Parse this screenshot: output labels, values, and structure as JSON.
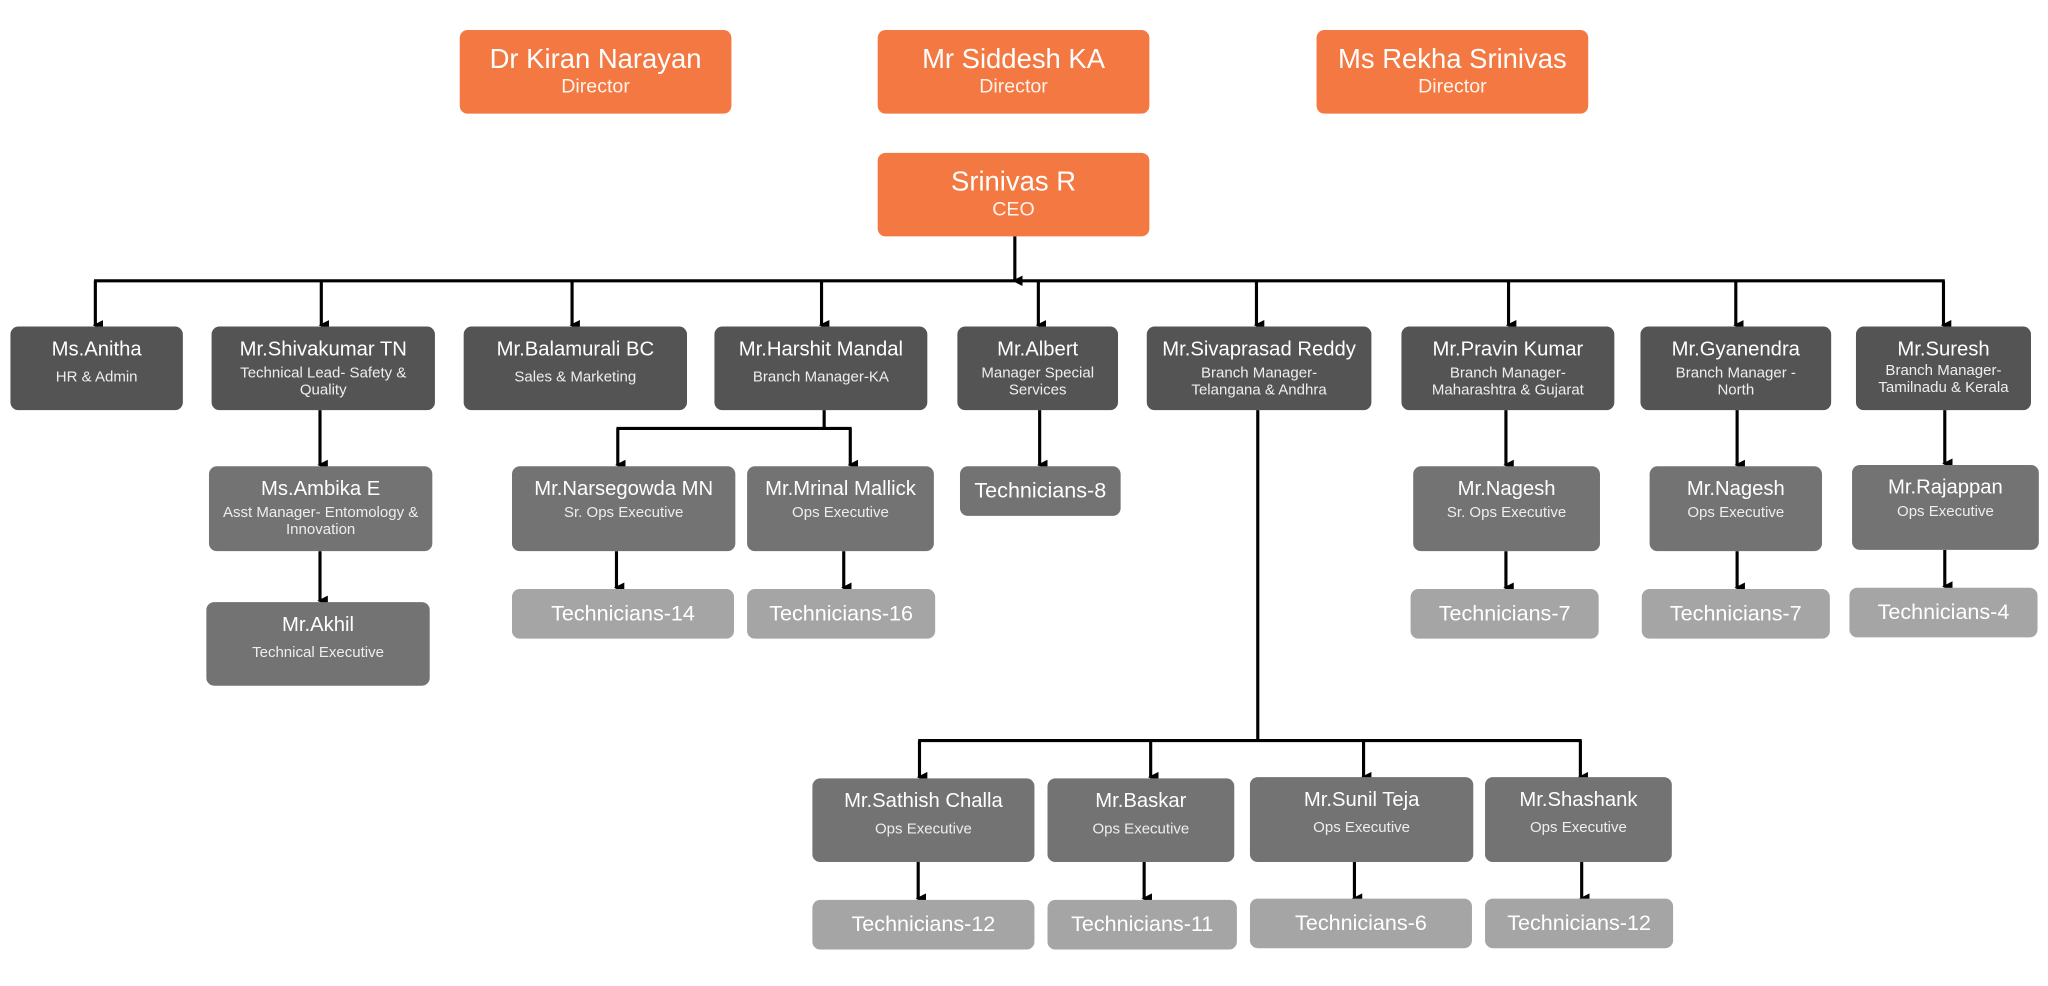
{
  "colors": {
    "leadership": "#f47842",
    "level1": "#545454",
    "level2": "#737373",
    "technicians": "#a5a5a5",
    "connector": "#000000",
    "text": "#ffffff"
  },
  "directors": [
    {
      "name": "Dr Kiran Narayan",
      "role": "Director"
    },
    {
      "name": "Mr Siddesh KA",
      "role": "Director"
    },
    {
      "name": "Ms Rekha Srinivas",
      "role": "Director"
    }
  ],
  "ceo": {
    "name": "Srinivas R",
    "role": "CEO"
  },
  "level1": [
    {
      "name": "Ms.Anitha",
      "role": "HR & Admin"
    },
    {
      "name": "Mr.Shivakumar TN",
      "role": "Technical Lead- Safety & Quality"
    },
    {
      "name": "Mr.Balamurali BC",
      "role": "Sales & Marketing"
    },
    {
      "name": "Mr.Harshit Mandal",
      "role": "Branch Manager-KA"
    },
    {
      "name": "Mr.Albert",
      "role": "Manager Special Services"
    },
    {
      "name": "Mr.Sivaprasad Reddy",
      "role": "Branch Manager- Telangana & Andhra"
    },
    {
      "name": "Mr.Pravin Kumar",
      "role": "Branch Manager- Maharashtra & Gujarat"
    },
    {
      "name": "Mr.Gyanendra",
      "role": "Branch Manager - North"
    },
    {
      "name": "Mr.Suresh",
      "role": "Branch Manager- Tamilnadu & Kerala"
    }
  ],
  "shivakumar_team": [
    {
      "name": "Ms.Ambika E",
      "role": "Asst Manager- Entomology & Innovation"
    },
    {
      "name": "Mr.Akhil",
      "role": "Technical Executive"
    }
  ],
  "harshit_team": [
    {
      "name": "Mr.Narsegowda MN",
      "role": "Sr. Ops Executive",
      "technicians": "Technicians-14"
    },
    {
      "name": "Mr.Mrinal Mallick",
      "role": "Ops Executive",
      "technicians": "Technicians-16"
    }
  ],
  "albert_team": {
    "technicians": "Technicians-8"
  },
  "sivaprasad_team": [
    {
      "name": "Mr.Sathish Challa",
      "role": "Ops Executive",
      "technicians": "Technicians-12"
    },
    {
      "name": "Mr.Baskar",
      "role": "Ops Executive",
      "technicians": "Technicians-11"
    },
    {
      "name": "Mr.Sunil Teja",
      "role": "Ops Executive",
      "technicians": "Technicians-6"
    },
    {
      "name": "Mr.Shashank",
      "role": "Ops Executive",
      "technicians": "Technicians-12"
    }
  ],
  "pravin_team": {
    "name": "Mr.Nagesh",
    "role": "Sr. Ops Executive",
    "technicians": "Technicians-7"
  },
  "gyanendra_team": {
    "name": "Mr.Nagesh",
    "role": "Ops Executive",
    "technicians": "Technicians-7"
  },
  "suresh_team": {
    "name": "Mr.Rajappan",
    "role": "Ops Executive",
    "technicians": "Technicians-4"
  }
}
